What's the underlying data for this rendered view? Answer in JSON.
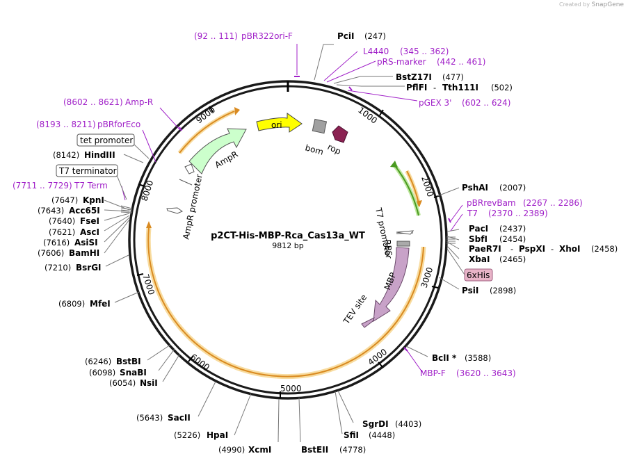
{
  "header": {
    "created_by": "Created by",
    "brand": "SnapGene"
  },
  "plasmid": {
    "name": "p2CT-His-MBP-Rca_Cas13a_WT",
    "size_label": "9812 bp"
  },
  "ticks": [
    "1000",
    "2000",
    "3000",
    "4000",
    "5000",
    "6000",
    "7000",
    "8000",
    "9000"
  ],
  "colors": {
    "backbone": "#1a1a1a",
    "primer": "#a020c8",
    "ori": "#ffff00",
    "ampr": "#ccffcc",
    "mbp": "#c8a2c8",
    "rop": "#8b2252",
    "bom": "#a0a0a0",
    "orange_arrow": "#e89a2c",
    "green_arrow": "#7ccd3c",
    "his_box": "#e8b4c8"
  },
  "features": {
    "ori": "ori",
    "bom": "bom",
    "rop": "rop",
    "ampr": "AmpR",
    "ampr_promoter": "AmpR promoter",
    "t7_promoter": "T7 promoter",
    "rbs": "RBS",
    "mbp": "MBP",
    "tev_site": "TEV site",
    "his_tag": "6xHis",
    "tet_promoter": "tet promoter",
    "t7_terminator": "T7 terminator"
  },
  "enzymes_right": [
    {
      "name": "PciI",
      "pos": "(247)"
    },
    {
      "name": "BstZ17I",
      "pos": "(477)"
    },
    {
      "name": "PflFI",
      "sep": "-",
      "name2": "Tth111I",
      "pos": "(502)"
    },
    {
      "name": "PshAI",
      "pos": "(2007)"
    },
    {
      "name": "PacI",
      "pos": "(2437)"
    },
    {
      "name": "SbfI",
      "pos": "(2454)"
    },
    {
      "name": "PaeR7I",
      "sep": "-",
      "name2": "PspXI",
      "sep2": "-",
      "name3": "XhoI",
      "pos": "(2458)"
    },
    {
      "name": "XbaI",
      "pos": "(2465)"
    },
    {
      "name": "PsiI",
      "pos": "(2898)"
    },
    {
      "name": "BclI *",
      "pos": "(3588)"
    },
    {
      "name": "SgrDI",
      "pos": "(4403)"
    },
    {
      "name": "SfiI",
      "pos": "(4448)"
    },
    {
      "name": "BstEII",
      "pos": "(4778)"
    }
  ],
  "enzymes_left": [
    {
      "name": "XcmI",
      "pos": "(4990)"
    },
    {
      "name": "HpaI",
      "pos": "(5226)"
    },
    {
      "name": "SacII",
      "pos": "(5643)"
    },
    {
      "name": "NsiI",
      "pos": "(6054)"
    },
    {
      "name": "SnaBI",
      "pos": "(6098)"
    },
    {
      "name": "BstBI",
      "pos": "(6246)"
    },
    {
      "name": "MfeI",
      "pos": "(6809)"
    },
    {
      "name": "BsrGI",
      "pos": "(7210)"
    },
    {
      "name": "BamHI",
      "pos": "(7606)"
    },
    {
      "name": "AsiSI",
      "pos": "(7616)"
    },
    {
      "name": "AscI",
      "pos": "(7621)"
    },
    {
      "name": "FseI",
      "pos": "(7640)"
    },
    {
      "name": "Acc65I",
      "pos": "(7643)"
    },
    {
      "name": "KpnI",
      "pos": "(7647)"
    },
    {
      "name": "HindIII",
      "pos": "(8142)"
    }
  ],
  "primers": [
    {
      "name": "pBR322ori-F",
      "range": "(92 .. 111)"
    },
    {
      "name": "L4440",
      "range": "(345 .. 362)"
    },
    {
      "name": "pRS-marker",
      "range": "(442 .. 461)"
    },
    {
      "name": "pGEX 3'",
      "range": "(602 .. 624)"
    },
    {
      "name": "pBRrevBam",
      "range": "(2267 .. 2286)"
    },
    {
      "name": "T7",
      "range": "(2370 .. 2389)"
    },
    {
      "name": "MBP-F",
      "range": "(3620 .. 3643)"
    },
    {
      "name": "Amp-R",
      "range": "(8602 .. 8621)"
    },
    {
      "name": "pBRforEco",
      "range": "(8193 .. 8211)"
    },
    {
      "name": "T7 Term",
      "range": "(7711 .. 7729)"
    }
  ]
}
